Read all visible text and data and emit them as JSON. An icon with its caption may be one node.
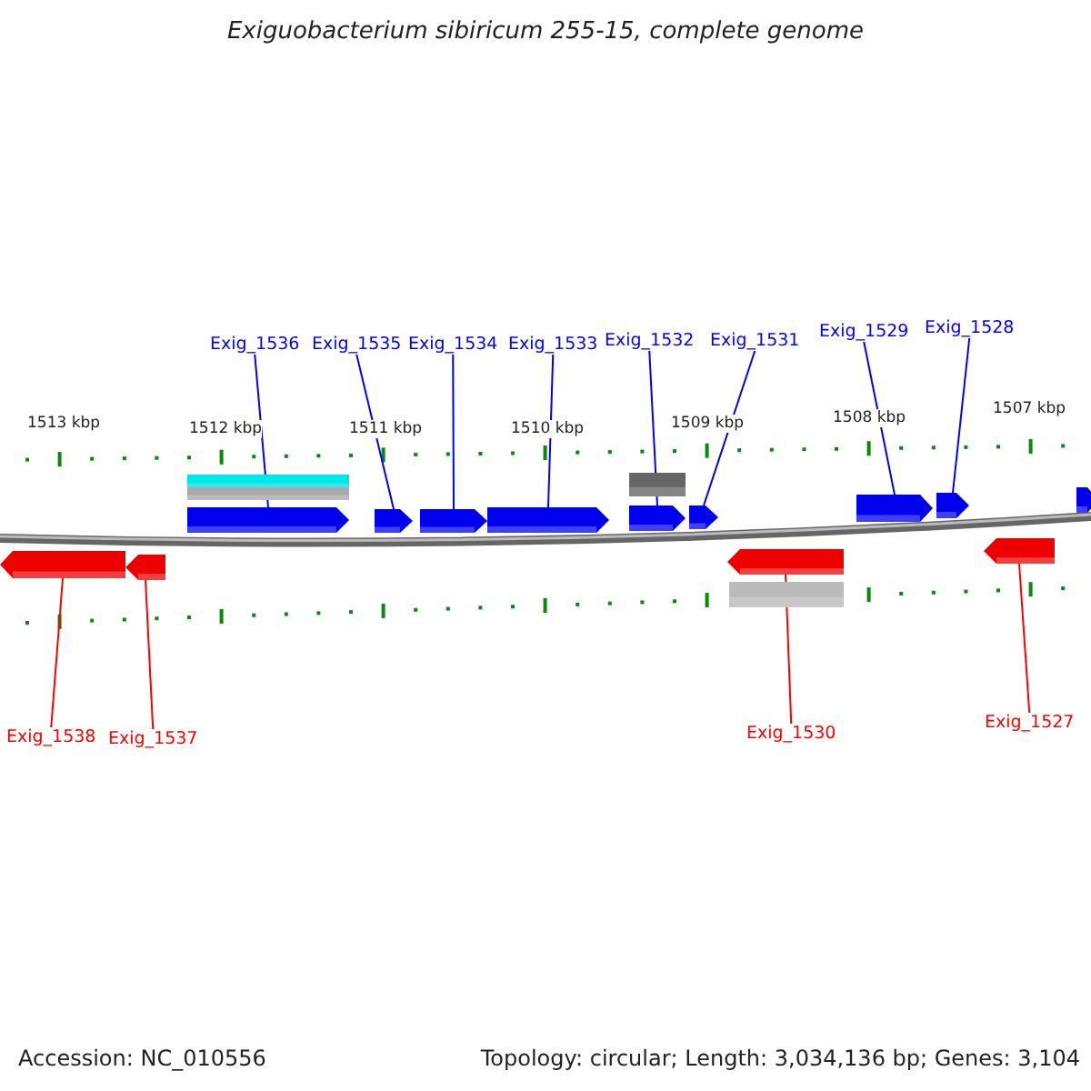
{
  "diagram": {
    "title": "Exiguobacterium sibiricum 255-15, complete genome",
    "nodes": [
      {
        "text": [
          "Exig_1536"
        ]
      },
      {
        "text": [
          "Exig_1535"
        ]
      },
      {
        "text": [
          "Exig_1534"
        ]
      },
      {
        "text": [
          "Exig_1533"
        ]
      },
      {
        "text": [
          "Exig_1532"
        ]
      },
      {
        "text": [
          "Exig_1531"
        ]
      },
      {
        "text": [
          "Exig_1529"
        ]
      },
      {
        "text": [
          "Exig_1528"
        ]
      },
      {
        "text": [
          "Exig_1538"
        ]
      },
      {
        "text": [
          "Exig_1537"
        ]
      },
      {
        "text": [
          "Exig_1530"
        ]
      },
      {
        "text": [
          "Exig_1527"
        ]
      },
      {
        "text": [],
        "shape": "bar"
      },
      {
        "text": [],
        "shape": "bar"
      },
      {
        "text": [],
        "shape": "bar"
      },
      {
        "text": [],
        "shape": "bar"
      },
      {
        "text": [],
        "shape": "bar"
      },
      {
        "text": [],
        "shape": "bar"
      },
      {
        "text": [],
        "shape": "bar"
      },
      {
        "text": [],
        "shape": "bar"
      },
      {
        "text": [],
        "shape": "bar"
      },
      {
        "text": [],
        "shape": "bar"
      },
      {
        "text": [],
        "shape": "bar"
      },
      {
        "text": [],
        "shape": "bar"
      },
      {
        "text": [],
        "shape": "bar"
      },
      {
        "text": [],
        "shape": "bar"
      },
      {
        "text": [],
        "shape": "bar"
      },
      {
        "text": [],
        "shape": "bar"
      },
      {
        "text": [],
        "shape": "bar"
      }
    ],
    "edges": [
      {
        "from": 0,
        "to": 15,
        "arrow": "none"
      },
      {
        "from": 1,
        "to": 16,
        "arrow": "none"
      },
      {
        "from": 2,
        "to": 17,
        "arrow": "none"
      },
      {
        "from": 3,
        "to": 18,
        "arrow": "none"
      },
      {
        "from": 4,
        "to": 19,
        "arrow": "none"
      },
      {
        "from": 5,
        "to": 20,
        "arrow": "none"
      },
      {
        "from": 6,
        "to": 21,
        "arrow": "none"
      },
      {
        "from": 7,
        "to": 22,
        "arrow": "none"
      },
      {
        "from": 8,
        "to": 24,
        "arrow": "none",
        "color": "#ff0000"
      },
      {
        "from": 9,
        "to": 25,
        "arrow": "none",
        "color": "#ff0000"
      },
      {
        "from": 10,
        "to": 26,
        "arrow": "none",
        "color": "#ff0000"
      },
      {
        "from": 11,
        "to": 28,
        "arrow": "none",
        "color": "#ff0000"
      }
    ],
    "labels": [
      "1513 kbp",
      "1512 kbp",
      "1511 kbp",
      "1510 kbp",
      "1509 kbp",
      "1508 kbp",
      "1507 kbp",
      "Accession: NC_010556",
      "Topology: circular; Length: 3,034,136 bp; Genes: 3,104"
    ]
  }
}
